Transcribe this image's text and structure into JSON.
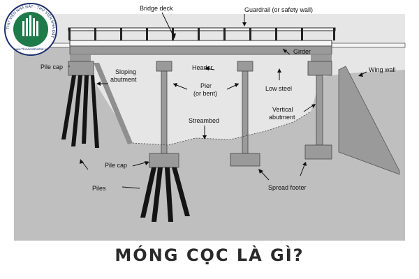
{
  "labels": {
    "bridge_deck": "Bridge deck",
    "guardrail": "Guardrail (or safety wall)",
    "girder": "Girder",
    "wing_wall": "Wing wall",
    "pile_cap_top": "Pile cap",
    "sloping_abutment_1": "Sloping",
    "sloping_abutment_2": "abutment",
    "header": "Header",
    "pier_1": "Pier",
    "pier_2": "(or bent)",
    "low_steel": "Low steel",
    "vertical_abutment_1": "Vertical",
    "vertical_abutment_2": "abutment",
    "streambed": "Streambed",
    "pile_cap_bottom": "Pile cap",
    "piles": "Piles",
    "spread_footer": "Spread footer"
  },
  "caption": "MÓNG CỌC LÀ GÌ?",
  "logo": {
    "ring_text": "THƯ VIỆN NHÀ ĐẤT · THƯ VIỆN NHÀ ĐẤT",
    "url_text": "www.ThuVienNhaDat.vn"
  },
  "colors": {
    "background_panel": "#e6e6e6",
    "ground": "#bdbdbd",
    "structure": "#8f8f8f",
    "dark": "#1a1a1a",
    "logo_green": "#1f7a4a",
    "logo_navy": "#1b2f6b"
  }
}
